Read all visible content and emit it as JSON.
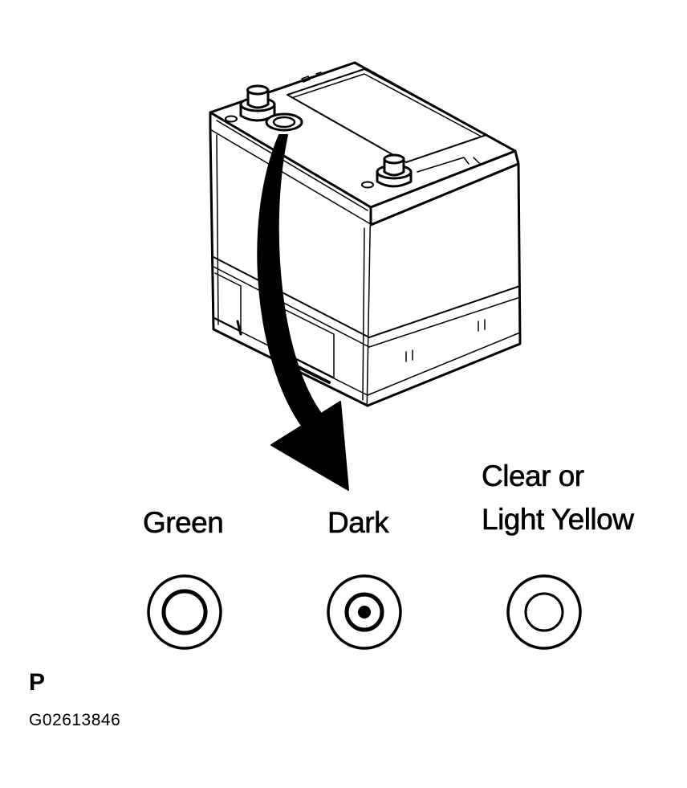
{
  "indicators": [
    {
      "label": "Green",
      "state": "green"
    },
    {
      "label": "Dark",
      "state": "dark"
    },
    {
      "label_lines": [
        "Clear or",
        "Light Yellow"
      ],
      "state": "clear"
    }
  ],
  "figure": {
    "letter": "P",
    "code": "G02613846"
  },
  "colors": {
    "ink": "#000000",
    "background": "#ffffff"
  }
}
